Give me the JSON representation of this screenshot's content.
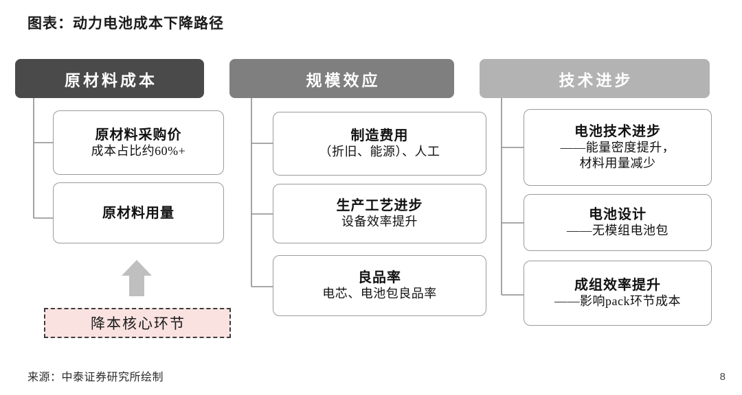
{
  "title": "图表：动力电池成本下降路径",
  "colors": {
    "header_1": "#4a4a4a",
    "header_2": "#7f7f7f",
    "header_3": "#b3b3b3",
    "highlight_fill": "#f9e2df",
    "highlight_border": "#3b3b3b",
    "arrow": "#bfbfbf",
    "connector_line": "#8c8c8c",
    "box_border": "#9a9a9a"
  },
  "columns": [
    {
      "header": "原材料成本",
      "items": [
        {
          "title": "原材料采购价",
          "sub": "成本占比约60%+"
        },
        {
          "title": "原材料用量",
          "sub": ""
        }
      ]
    },
    {
      "header": "规模效应",
      "items": [
        {
          "title": "制造费用",
          "sub": "（折旧、能源）、人工"
        },
        {
          "title": "生产工艺进步",
          "sub": "设备效率提升"
        },
        {
          "title": "良品率",
          "sub": "电芯、电池包良品率"
        }
      ]
    },
    {
      "header": "技术进步",
      "items": [
        {
          "title": "电池技术进步",
          "sub": "——能量密度提升，",
          "sub2": "材料用量减少"
        },
        {
          "title": "电池设计",
          "sub": "——无模组电池包"
        },
        {
          "title": "成组效率提升",
          "sub": "——影响pack环节成本"
        }
      ]
    }
  ],
  "highlight": {
    "label": "降本核心环节",
    "arrow_icon": "arrow-up-icon"
  },
  "footer": {
    "source": "来源：中泰证券研究所绘制",
    "page_number": "8"
  }
}
